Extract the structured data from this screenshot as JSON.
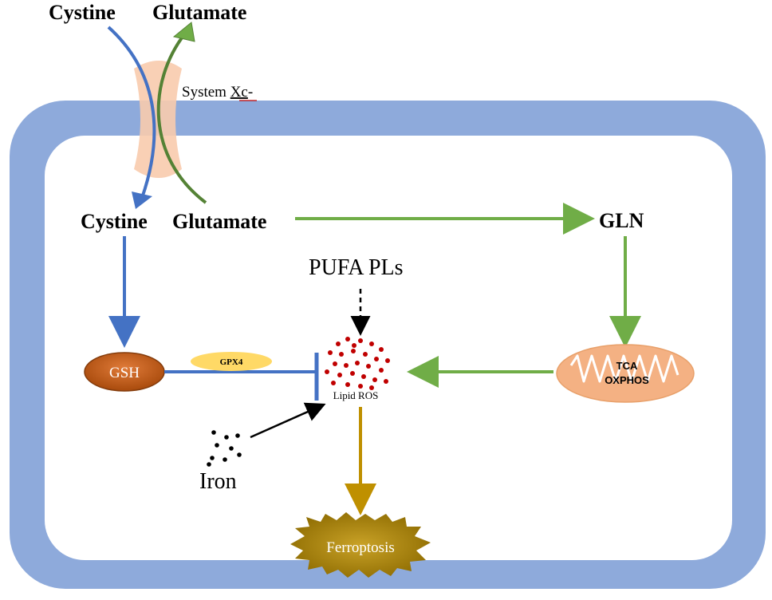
{
  "labels": {
    "cystine_outside": "Cystine",
    "glutamate_outside": "Glutamate",
    "system_xc_prefix": "System ",
    "system_xc_abbr": "Xc",
    "system_xc_suffix": "-",
    "cystine_inside": "Cystine",
    "glutamate_inside": "Glutamate",
    "gln": "GLN",
    "pufa_pls": "PUFA PLs",
    "gsh": "GSH",
    "gpx4": "GPX4",
    "lipid_ros": "Lipid ROS",
    "tca": "TCA",
    "oxphos": "OXPHOS",
    "iron": "Iron",
    "ferroptosis": "Ferroptosis"
  },
  "colors": {
    "membrane": "#8EAADB",
    "cytoplasm": "#FFFFFF",
    "transporter": "#F8CBAD",
    "cystine_path": "#4472C4",
    "glutamate_path": "#70AD47",
    "gsh_fill": "#C55A11",
    "gpx4_fill": "#FFD966",
    "ros_dots": "#C00000",
    "mito_fill": "#F4B183",
    "ferroptosis_arrow": "#BF9000",
    "ferroptosis_fill": "#BF8F00",
    "iron_dots": "#000000"
  }
}
